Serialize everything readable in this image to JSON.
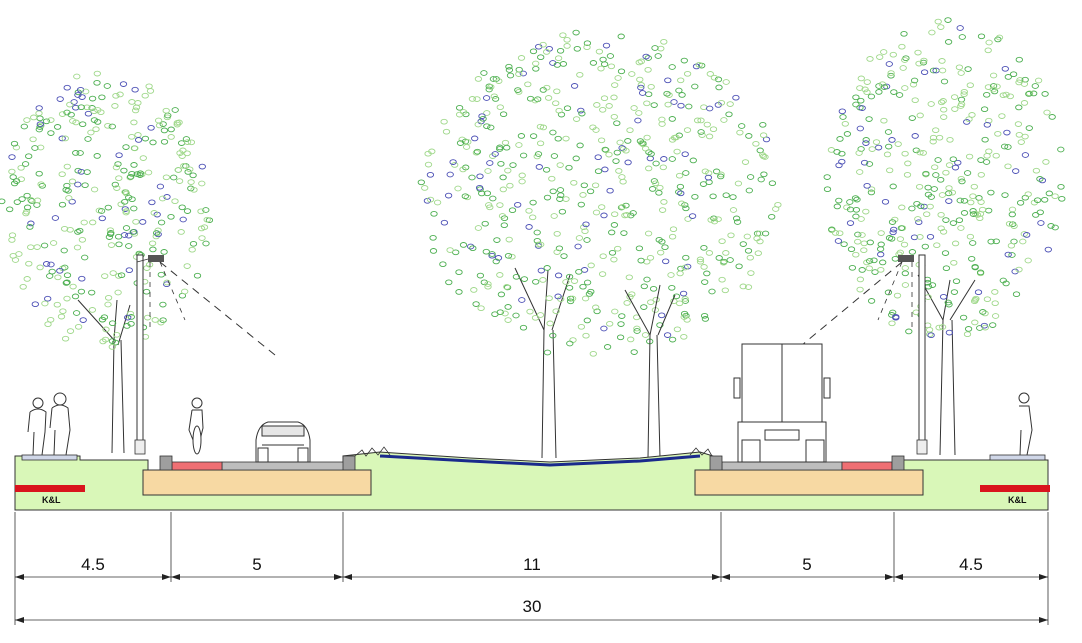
{
  "segments": [
    {
      "id": "sidewalk-left",
      "width": "4.5"
    },
    {
      "id": "carriageway-left",
      "width": "5"
    },
    {
      "id": "median",
      "width": "11"
    },
    {
      "id": "carriageway-right",
      "width": "5"
    },
    {
      "id": "sidewalk-right",
      "width": "4.5"
    }
  ],
  "total_width": "30",
  "cable_label_left": "K&L",
  "cable_label_right": "K&L",
  "colors": {
    "verge": "#d9f7b8",
    "road_base": "#f7d9a3",
    "bike_lane": "#ef6f73",
    "cable": "#d9141d",
    "median_water": "#1a2a8c",
    "tree_leaf_green": "#4caf50",
    "tree_leaf_light": "#9fd88a",
    "tree_leaf_blue": "#4b4fb5"
  }
}
